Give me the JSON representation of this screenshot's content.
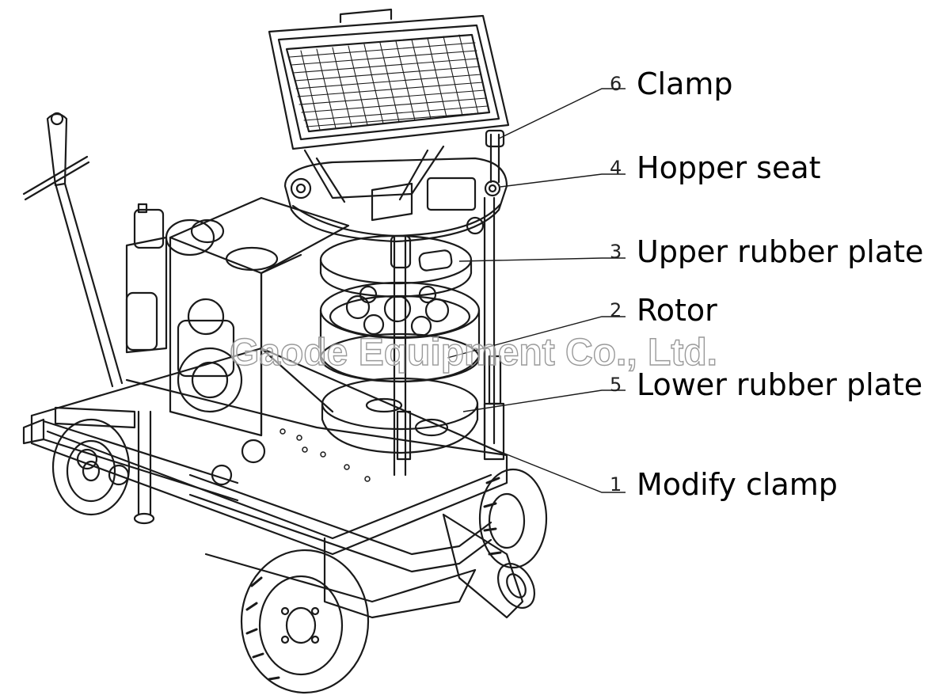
{
  "callouts": [
    {
      "number": "6",
      "text": "Clamp"
    },
    {
      "number": "4",
      "text": "Hopper seat"
    },
    {
      "number": "3",
      "text": "Upper rubber plate"
    },
    {
      "number": "2",
      "text": "Rotor"
    },
    {
      "number": "5",
      "text": "Lower rubber plate"
    },
    {
      "number": "1",
      "text": "Modify clamp"
    }
  ],
  "watermark": "Gaode Equipment Co., Ltd.",
  "colors": {
    "line": "#1a1a1a",
    "background": "#ffffff"
  }
}
